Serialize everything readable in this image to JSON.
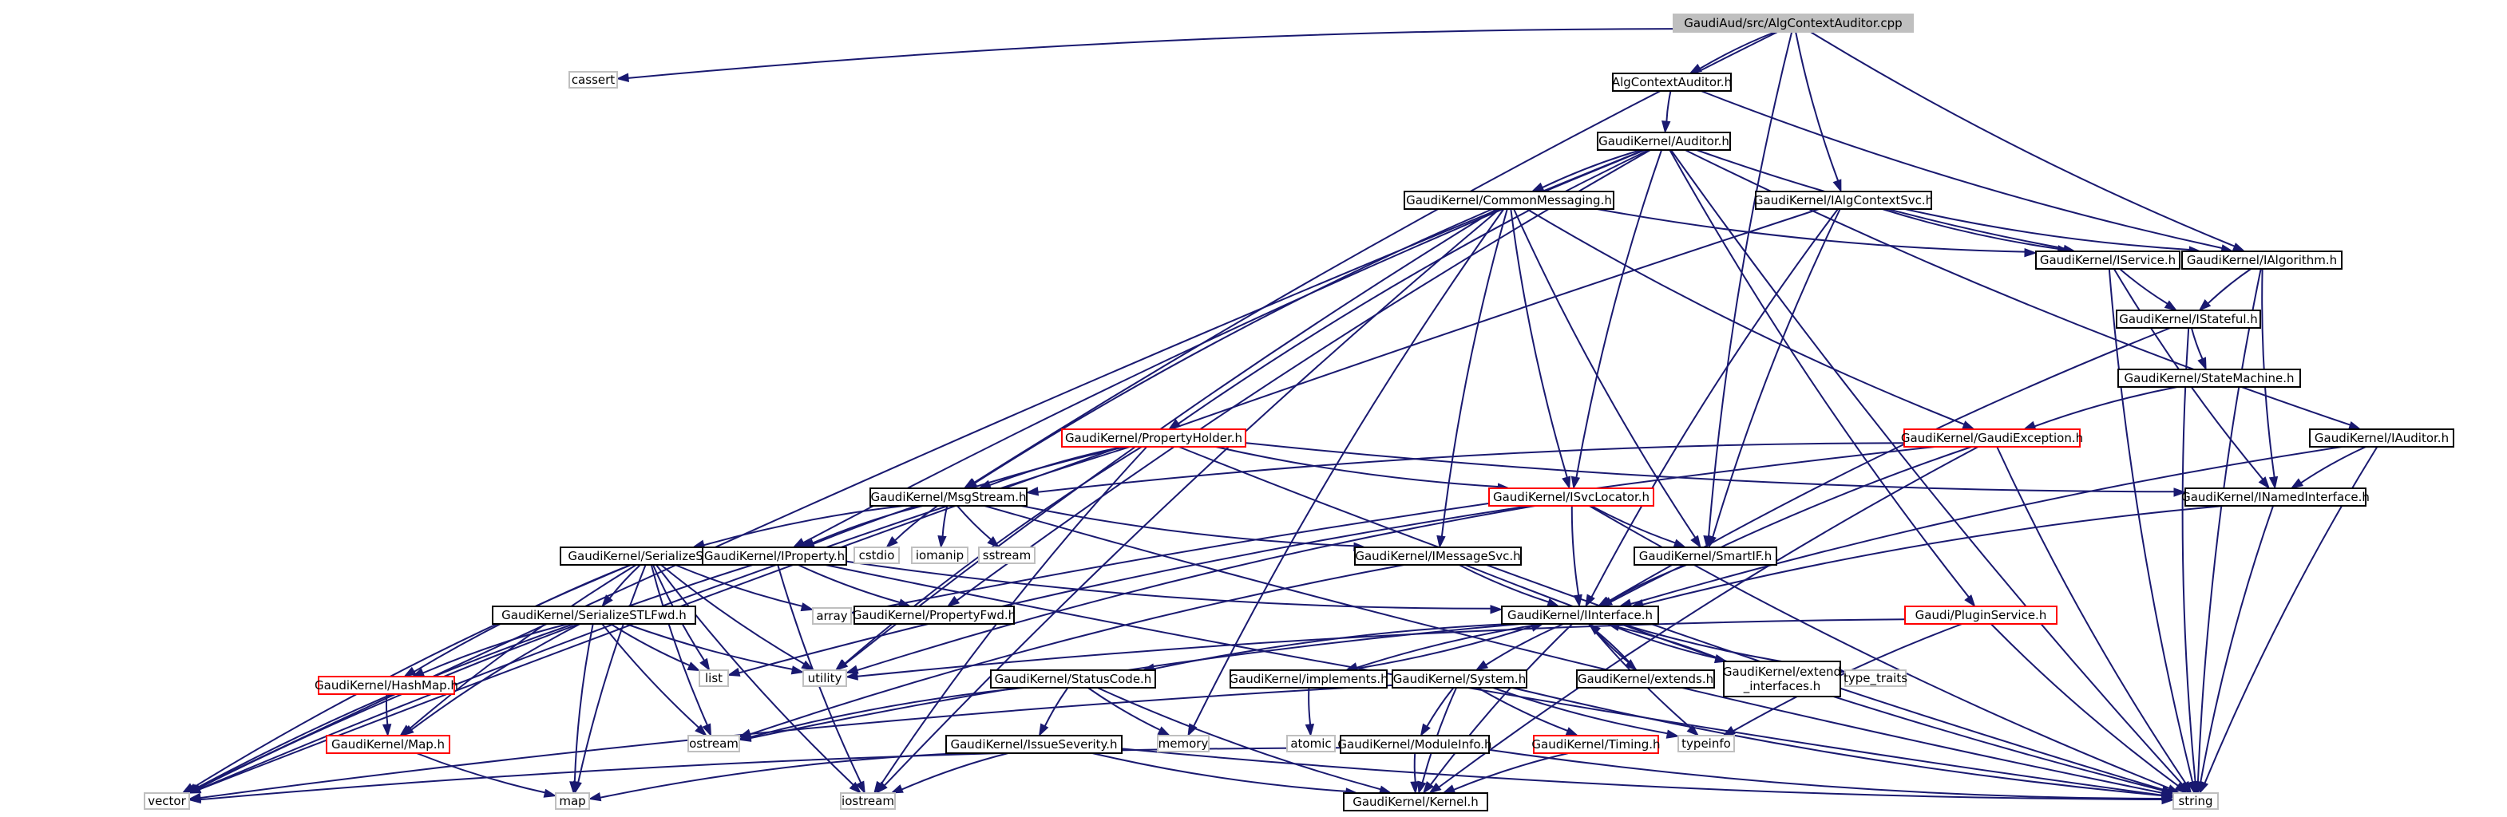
{
  "colors": {
    "edge": "#191970",
    "border_default": "#000000",
    "border_red": "#ff0000",
    "border_ext": "#bfbfbf",
    "root_fill": "#bfbfbf",
    "text_default": "#000000",
    "text_ext": "#000000"
  },
  "nodes": [
    {
      "id": "root",
      "label": "GaudiAud/src/AlgContextAuditor.cpp",
      "style": "root"
    },
    {
      "id": "cassert",
      "label": "cassert",
      "style": "ext"
    },
    {
      "id": "acah",
      "label": "AlgContextAuditor.h",
      "style": "normal"
    },
    {
      "id": "auditor",
      "label": "GaudiKernel/Auditor.h",
      "style": "normal"
    },
    {
      "id": "ialgctx",
      "label": "GaudiKernel/IAlgContextSvc.h",
      "style": "normal"
    },
    {
      "id": "commsg",
      "label": "GaudiKernel/CommonMessaging.h",
      "style": "normal"
    },
    {
      "id": "iservice",
      "label": "GaudiKernel/IService.h",
      "style": "normal"
    },
    {
      "id": "ialgorithm",
      "label": "GaudiKernel/IAlgorithm.h",
      "style": "normal"
    },
    {
      "id": "istateful",
      "label": "GaudiKernel/IStateful.h",
      "style": "normal"
    },
    {
      "id": "statemachine",
      "label": "GaudiKernel/StateMachine.h",
      "style": "normal"
    },
    {
      "id": "propholder",
      "label": "GaudiKernel/PropertyHolder.h",
      "style": "red"
    },
    {
      "id": "gaudiexc",
      "label": "GaudiKernel/GaudiException.h",
      "style": "red"
    },
    {
      "id": "iauditor",
      "label": "GaudiKernel/IAuditor.h",
      "style": "normal"
    },
    {
      "id": "msgstream",
      "label": "GaudiKernel/MsgStream.h",
      "style": "normal"
    },
    {
      "id": "isvcloc",
      "label": "GaudiKernel/ISvcLocator.h",
      "style": "red"
    },
    {
      "id": "inamedif",
      "label": "GaudiKernel/INamedInterface.h",
      "style": "normal"
    },
    {
      "id": "serializestl",
      "label": "GaudiKernel/SerializeSTL.h",
      "style": "normal"
    },
    {
      "id": "iproperty",
      "label": "GaudiKernel/IProperty.h",
      "style": "normal"
    },
    {
      "id": "cstdio",
      "label": "cstdio",
      "style": "ext"
    },
    {
      "id": "iomanip",
      "label": "iomanip",
      "style": "ext"
    },
    {
      "id": "sstream",
      "label": "sstream",
      "style": "ext"
    },
    {
      "id": "imessagesvc",
      "label": "GaudiKernel/IMessageSvc.h",
      "style": "normal"
    },
    {
      "id": "smartif",
      "label": "GaudiKernel/SmartIF.h",
      "style": "normal"
    },
    {
      "id": "serializestlfwd",
      "label": "GaudiKernel/SerializeSTLFwd.h",
      "style": "normal"
    },
    {
      "id": "array",
      "label": "array",
      "style": "ext"
    },
    {
      "id": "propertyfwd",
      "label": "GaudiKernel/PropertyFwd.h",
      "style": "normal"
    },
    {
      "id": "iinterface",
      "label": "GaudiKernel/IInterface.h",
      "style": "normal"
    },
    {
      "id": "pluginsvc",
      "label": "Gaudi/PluginService.h",
      "style": "red"
    },
    {
      "id": "hashmap",
      "label": "GaudiKernel/HashMap.h",
      "style": "red"
    },
    {
      "id": "list",
      "label": "list",
      "style": "ext"
    },
    {
      "id": "utility",
      "label": "utility",
      "style": "ext"
    },
    {
      "id": "statuscode",
      "label": "GaudiKernel/StatusCode.h",
      "style": "normal"
    },
    {
      "id": "implements",
      "label": "GaudiKernel/implements.h",
      "style": "normal"
    },
    {
      "id": "system",
      "label": "GaudiKernel/System.h",
      "style": "normal"
    },
    {
      "id": "extends",
      "label": "GaudiKernel/extends.h",
      "style": "normal"
    },
    {
      "id": "extendif",
      "label": "GaudiKernel/extend\n_interfaces.h",
      "style": "normal"
    },
    {
      "id": "typetraits",
      "label": "type_traits",
      "style": "ext"
    },
    {
      "id": "map_h",
      "label": "GaudiKernel/Map.h",
      "style": "red"
    },
    {
      "id": "ostream",
      "label": "ostream",
      "style": "ext"
    },
    {
      "id": "memory",
      "label": "memory",
      "style": "ext"
    },
    {
      "id": "atomic",
      "label": "atomic",
      "style": "ext"
    },
    {
      "id": "typeinfo",
      "label": "typeinfo",
      "style": "ext"
    },
    {
      "id": "issueseverity",
      "label": "GaudiKernel/IssueSeverity.h",
      "style": "normal"
    },
    {
      "id": "moduleinfo",
      "label": "GaudiKernel/ModuleInfo.h",
      "style": "normal"
    },
    {
      "id": "timing",
      "label": "GaudiKernel/Timing.h",
      "style": "red"
    },
    {
      "id": "vector",
      "label": "vector",
      "style": "ext"
    },
    {
      "id": "map",
      "label": "map",
      "style": "ext"
    },
    {
      "id": "iostream",
      "label": "iostream",
      "style": "ext"
    },
    {
      "id": "kernel",
      "label": "GaudiKernel/Kernel.h",
      "style": "normal"
    },
    {
      "id": "string",
      "label": "string",
      "style": "ext"
    }
  ],
  "edges": [
    [
      "root",
      "cassert"
    ],
    [
      "root",
      "acah"
    ],
    [
      "root",
      "ialgctx"
    ],
    [
      "root",
      "ialgorithm"
    ],
    [
      "root",
      "msgstream"
    ],
    [
      "root",
      "smartif"
    ],
    [
      "acah",
      "auditor"
    ],
    [
      "acah",
      "ialgorithm"
    ],
    [
      "auditor",
      "commsg"
    ],
    [
      "auditor",
      "iservice"
    ],
    [
      "auditor",
      "propholder"
    ],
    [
      "auditor",
      "iproperty"
    ],
    [
      "auditor",
      "isvcloc"
    ],
    [
      "auditor",
      "iauditor"
    ],
    [
      "auditor",
      "pluginsvc"
    ],
    [
      "auditor",
      "propertyfwd"
    ],
    [
      "auditor",
      "vector"
    ],
    [
      "auditor",
      "string"
    ],
    [
      "ialgctx",
      "iservice"
    ],
    [
      "ialgctx",
      "ialgorithm"
    ],
    [
      "ialgctx",
      "smartif"
    ],
    [
      "ialgctx",
      "iinterface"
    ],
    [
      "ialgctx",
      "vector"
    ],
    [
      "commsg",
      "iservice"
    ],
    [
      "commsg",
      "msgstream"
    ],
    [
      "commsg",
      "isvcloc"
    ],
    [
      "commsg",
      "imessagesvc"
    ],
    [
      "commsg",
      "smartif"
    ],
    [
      "commsg",
      "gaudiexc"
    ],
    [
      "commsg",
      "memory"
    ],
    [
      "commsg",
      "iostream"
    ],
    [
      "commsg",
      "utility"
    ],
    [
      "iservice",
      "istateful"
    ],
    [
      "iservice",
      "inamedif"
    ],
    [
      "iservice",
      "string"
    ],
    [
      "ialgorithm",
      "istateful"
    ],
    [
      "ialgorithm",
      "inamedif"
    ],
    [
      "ialgorithm",
      "string"
    ],
    [
      "istateful",
      "statemachine"
    ],
    [
      "istateful",
      "iinterface"
    ],
    [
      "istateful",
      "string"
    ],
    [
      "statemachine",
      "gaudiexc"
    ],
    [
      "propholder",
      "msgstream"
    ],
    [
      "propholder",
      "iproperty"
    ],
    [
      "propholder",
      "isvcloc"
    ],
    [
      "propholder",
      "inamedif"
    ],
    [
      "propholder",
      "utility"
    ],
    [
      "propholder",
      "vector"
    ],
    [
      "propholder",
      "iostream"
    ],
    [
      "propholder",
      "string"
    ],
    [
      "gaudiexc",
      "msgstream"
    ],
    [
      "gaudiexc",
      "iinterface"
    ],
    [
      "gaudiexc",
      "string"
    ],
    [
      "gaudiexc",
      "kernel"
    ],
    [
      "gaudiexc",
      "array"
    ],
    [
      "iauditor",
      "inamedif"
    ],
    [
      "iauditor",
      "iinterface"
    ],
    [
      "iauditor",
      "string"
    ],
    [
      "msgstream",
      "serializestl"
    ],
    [
      "msgstream",
      "iproperty"
    ],
    [
      "msgstream",
      "cstdio"
    ],
    [
      "msgstream",
      "iomanip"
    ],
    [
      "msgstream",
      "sstream"
    ],
    [
      "msgstream",
      "imessagesvc"
    ],
    [
      "msgstream",
      "string"
    ],
    [
      "isvcloc",
      "smartif"
    ],
    [
      "isvcloc",
      "iinterface"
    ],
    [
      "isvcloc",
      "string"
    ],
    [
      "isvcloc",
      "list"
    ],
    [
      "isvcloc",
      "utility"
    ],
    [
      "inamedif",
      "iinterface"
    ],
    [
      "inamedif",
      "string"
    ],
    [
      "serializestl",
      "serializestlfwd"
    ],
    [
      "serializestl",
      "hashmap"
    ],
    [
      "serializestl",
      "map_h"
    ],
    [
      "serializestl",
      "array"
    ],
    [
      "serializestl",
      "list"
    ],
    [
      "serializestl",
      "utility"
    ],
    [
      "serializestl",
      "ostream"
    ],
    [
      "serializestl",
      "map"
    ],
    [
      "serializestl",
      "vector"
    ],
    [
      "serializestl",
      "iostream"
    ],
    [
      "iproperty",
      "propertyfwd"
    ],
    [
      "iproperty",
      "iinterface"
    ],
    [
      "iproperty",
      "string"
    ],
    [
      "iproperty",
      "vector"
    ],
    [
      "iproperty",
      "iostream"
    ],
    [
      "imessagesvc",
      "iinterface"
    ],
    [
      "imessagesvc",
      "string"
    ],
    [
      "imessagesvc",
      "ostream"
    ],
    [
      "smartif",
      "iinterface"
    ],
    [
      "serializestlfwd",
      "hashmap"
    ],
    [
      "serializestlfwd",
      "map_h"
    ],
    [
      "serializestlfwd",
      "list"
    ],
    [
      "serializestlfwd",
      "utility"
    ],
    [
      "serializestlfwd",
      "ostream"
    ],
    [
      "serializestlfwd",
      "map"
    ],
    [
      "serializestlfwd",
      "vector"
    ],
    [
      "iinterface",
      "statuscode"
    ],
    [
      "iinterface",
      "implements"
    ],
    [
      "iinterface",
      "system"
    ],
    [
      "iinterface",
      "extends"
    ],
    [
      "iinterface",
      "extendif"
    ],
    [
      "iinterface",
      "typetraits"
    ],
    [
      "iinterface",
      "typeinfo"
    ],
    [
      "iinterface",
      "kernel"
    ],
    [
      "iinterface",
      "ostream"
    ],
    [
      "pluginsvc",
      "typeinfo"
    ],
    [
      "pluginsvc",
      "string"
    ],
    [
      "pluginsvc",
      "utility"
    ],
    [
      "hashmap",
      "map_h"
    ],
    [
      "map_h",
      "map"
    ],
    [
      "statuscode",
      "issueseverity"
    ],
    [
      "statuscode",
      "ostream"
    ],
    [
      "statuscode",
      "memory"
    ],
    [
      "statuscode",
      "kernel"
    ],
    [
      "implements",
      "iinterface"
    ],
    [
      "implements",
      "atomic"
    ],
    [
      "system",
      "moduleinfo"
    ],
    [
      "system",
      "timing"
    ],
    [
      "system",
      "kernel"
    ],
    [
      "system",
      "typeinfo"
    ],
    [
      "system",
      "string"
    ],
    [
      "system",
      "vector"
    ],
    [
      "extends",
      "iinterface"
    ],
    [
      "extendif",
      "iinterface"
    ],
    [
      "issueseverity",
      "kernel"
    ],
    [
      "issueseverity",
      "map"
    ],
    [
      "issueseverity",
      "iostream"
    ],
    [
      "issueseverity",
      "string"
    ],
    [
      "moduleinfo",
      "kernel"
    ],
    [
      "moduleinfo",
      "string"
    ],
    [
      "moduleinfo",
      "vector"
    ],
    [
      "timing",
      "kernel"
    ]
  ]
}
